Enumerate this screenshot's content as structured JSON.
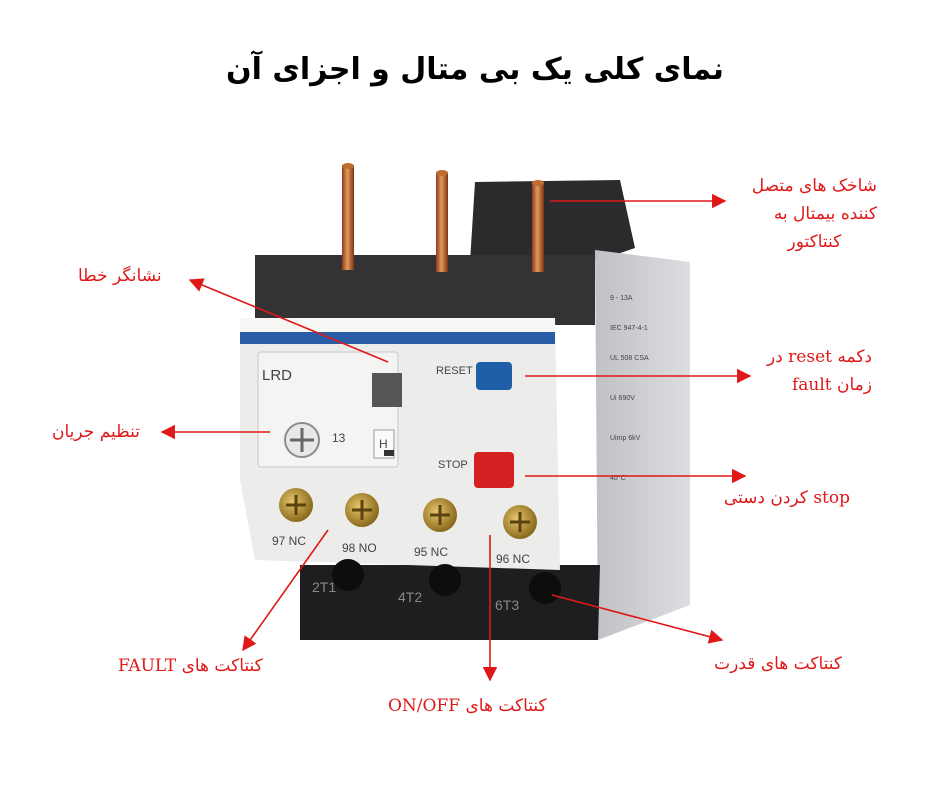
{
  "title": "نمای کلی یک بی متال و اجزای آن",
  "device": {
    "model_text": "LRD",
    "dial_value": "13",
    "mode_letter": "H",
    "reset_label": "RESET",
    "stop_label": "STOP",
    "aux_terminals": [
      "97 NC",
      "98 NO",
      "95 NC",
      "96 NC"
    ],
    "power_terminals": [
      "2T1",
      "4T2",
      "6T3"
    ]
  },
  "labels": {
    "pins": [
      "شاخک های متصل",
      "کننده بیمتال به",
      "کنتاکتور"
    ],
    "fault_indicator": "نشانگر خطا",
    "reset": [
      "دکمه reset در",
      "زمان fault"
    ],
    "current_setting": "تنظیم جریان",
    "stop": "stop کردن دستی",
    "fault_contacts": "کنتاکت های FAULT",
    "power_contacts": "کنتاکت های قدرت",
    "onoff_contacts": "کنتاکت های ON/OFF"
  },
  "colors": {
    "annotation": "#e01818",
    "reset_button": "#1f5fa8",
    "stop_button": "#d42020",
    "blue_stripe": "#2a5da8"
  }
}
